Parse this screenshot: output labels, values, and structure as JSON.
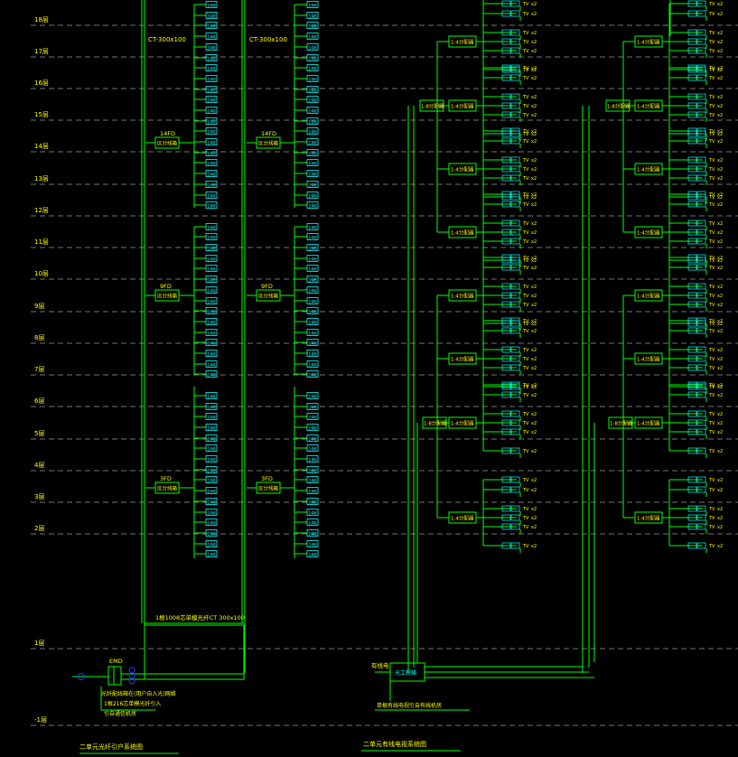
{
  "colors": {
    "background": "#000000",
    "wire": "#00ff00",
    "text": "#ffff00",
    "box_text": "#00ffff",
    "floor_line": "#9a9a9a",
    "connector": "#1f3fff"
  },
  "floors": [
    "18层",
    "17层",
    "16层",
    "15层",
    "14层",
    "13层",
    "12层",
    "11层",
    "10层",
    "9层",
    "8层",
    "7层",
    "6层",
    "5层",
    "4层",
    "3层",
    "2层",
    "1层",
    "-1层"
  ],
  "left_system": {
    "tray_label": "CT-300x100",
    "port_label": "1Φ8",
    "outlet_label": "1Φ8",
    "distribution_boxes": [
      {
        "name": "14FD",
        "label": "区分线箱"
      },
      {
        "name": "9FD",
        "label": "区分线箱"
      },
      {
        "name": "3FD",
        "label": "区分线箱"
      }
    ],
    "riser_label": "1根1008芯单模光纤CT 300x100",
    "entry_box": "EMD",
    "entry_notes": [
      "光纤配线箱在(用户自入光)网络",
      "1根216芯单模光纤引入",
      "引自通信机房"
    ],
    "title": "二单元光纤引户系统图"
  },
  "right_system": {
    "splitter_main": "1:8分配器",
    "splitter_sub": "1:4分配器",
    "outlet_label": "TV",
    "outlet_suffix": "x2",
    "entry_box": "光工程箱",
    "entry_label": "有线电",
    "entry_note": "单根有线电视引自有线机房",
    "title": "二单元有线电视系统图"
  }
}
